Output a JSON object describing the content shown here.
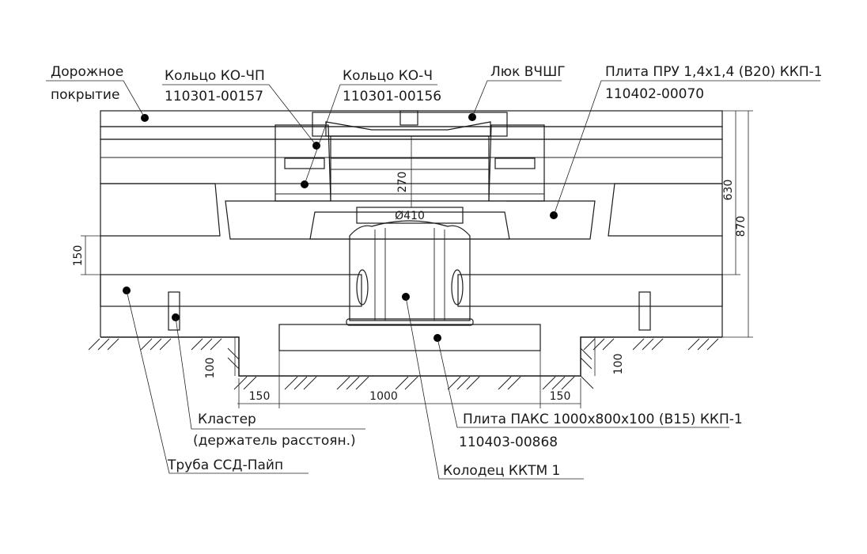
{
  "drawing": {
    "title": "Колодец ККТМ 1 — разрез",
    "callouts": {
      "road_surface": {
        "line1": "Дорожное",
        "line2": "покрытие"
      },
      "ring_kochp": {
        "line1": "Кольцо КО-ЧП",
        "line2": "110301-00157"
      },
      "ring_koch": {
        "line1": "Кольцо КО-Ч",
        "line2": "110301-00156"
      },
      "hatch_vchshg": {
        "line1": "Люк ВЧШГ"
      },
      "slab_pru": {
        "line1": "Плита ПРУ 1,4x1,4 (B20) ККП-1",
        "line2": "110402-00070"
      },
      "cluster": {
        "line1": "Кластер",
        "line2": "(держатель расстоян.)"
      },
      "pipe": {
        "line1": "Труба ССД-Пайп"
      },
      "slab_paks": {
        "line1": "Плита ПАКС 1000x800x100 (B15) ККП-1",
        "line2": "110403-00868"
      },
      "well": {
        "line1": "Колодец ККТМ 1"
      }
    },
    "dimensions": {
      "neck_height": "270",
      "neck_diameter": "Ø410",
      "total_height": "870",
      "upper_height": "630",
      "pipe_cover": "150",
      "base_left": "150",
      "base_width": "1000",
      "base_right": "150",
      "base_depth_left": "100",
      "base_depth_right": "100"
    },
    "colors": {
      "ink": "#1a1a1a",
      "paper": "#ffffff"
    }
  }
}
